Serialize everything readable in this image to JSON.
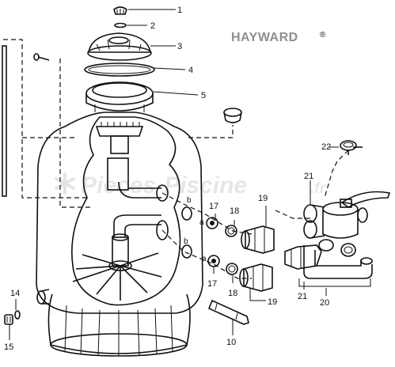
{
  "brand": {
    "name": "HAYWARD",
    "suffix": "®"
  },
  "watermark": {
    "text": "Pieces-Piscine",
    "suffix": ".fr",
    "icon": "snowflake-icon"
  },
  "callouts": [
    "1",
    "2",
    "3",
    "4",
    "5",
    "10",
    "14",
    "15",
    "17",
    "17",
    "18",
    "18",
    "19",
    "19",
    "20",
    "21",
    "21",
    "22"
  ],
  "sub_labels": [
    "a",
    "b",
    "a",
    "b"
  ]
}
